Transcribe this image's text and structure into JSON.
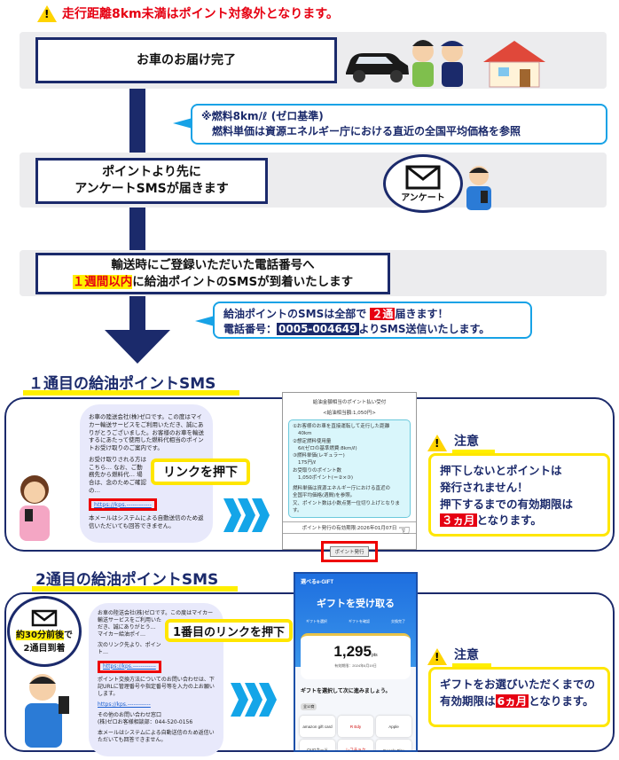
{
  "header": {
    "warning": "走行距離8km未満はポイント対象外となります。"
  },
  "steps": {
    "delivery": "お車のお届け完了",
    "survey_line1": "ポイントより先に",
    "survey_line2": "アンケートSMSが届きます",
    "survey_icon_label": "アンケート",
    "sms_line1": "輸送時にご登録いただいた電話番号へ",
    "sms_line2_highlight": "１週間以内",
    "sms_line2_rest": "に給油ポイントのSMSが到着いたします"
  },
  "callouts": {
    "fuel_line1": "※燃料8km/ℓ (ゼロ基準)",
    "fuel_line2": "燃料単価は資源エネルギー庁における直近の全国平均価格を参照",
    "count_pre": "給油ポイントのSMSは全部で",
    "count_hl": "２通",
    "count_post": "届きます！",
    "phone_pre": "電話番号：",
    "phone_number": "0005-004649",
    "phone_post": "よりSMS送信いたします。"
  },
  "section1": {
    "title": "１通目の給油ポイントSMS",
    "sms": {
      "p1": "お車の陸送会社(株)ゼロです。この度はマイカー輸送サービスをご利用いただき、誠にありがとうございました。お客様のお車を輸送するにあたって使用した燃料代相当のポイントお受け取りのご案内です。",
      "p2": "お受け取りされる方はこちら… なお、ご勤務先から燃料代… 場合は、念のためご確認の…",
      "link": "https://kps.------------",
      "p3": "本メールはシステムによる自動送信のため返信いただいても回答できません。"
    },
    "action": "リンクを押下",
    "screen": {
      "title": "給油金額相当のポイント払い受付",
      "subtitle": "<給油相当額:1,050円>",
      "lines": [
        "①お客様のお車を直接運転して走行した距離",
        "40km",
        "②想定燃料使用量",
        "6ℓ(ゼロの基準燃費:8km/ℓ)",
        "③燃料単価(レギュラー)",
        "175円/ℓ",
        "お受取りのポイント数",
        "1,050ポイント(＝②×③)",
        "燃料単価は資源エネルギー庁における直近の",
        "全国平均価格(週間)を参照。",
        "又、ポイント数は小数点第一位切り上げとなります。"
      ],
      "expiry": "ポイント発行の有効期限:2026年01月07日",
      "button": "ポイント発行"
    },
    "note_label": "注意",
    "note_line1": "押下しないとポイントは",
    "note_line2": "発行されません！",
    "note_line3": "押下するまでの有効期限は",
    "note_hl": "３ヵ月",
    "note_post": "となります。"
  },
  "section2": {
    "title": "2通目の給油ポイントSMS",
    "timing_hl": "約30分前後",
    "timing_post": "で",
    "timing_line2": "2通目到着",
    "sms": {
      "p1": "お車の陸送会社(株)ゼロです。この度はマイカー輸送サービスをご利用いただき、誠にありがとう… マイカー給油ポイ…",
      "p2": "次のリンク先より、ポイント…",
      "link1": "https://kps.------------",
      "p3": "ポイント交換方法についてのお問い合わせは、下記URLに管理番号や指定番号等を入力の上お願いします。",
      "link2": "https://kps.------------",
      "p4a": "その他のお問い合わせ窓口",
      "p4b": "(株)ゼロお客様相談部：044-520-0156",
      "p5": "本メールはシステムによる自動送信のため返信いただいても回答できません。"
    },
    "action": "1番目のリンクを押下",
    "phone": {
      "app": "選べるe-GIFT",
      "title": "ギフトを受け取る",
      "steps": [
        "ギフトを選択",
        "ギフトを確認",
        "交換完了"
      ],
      "amount": "1,295",
      "unit": "pts",
      "expiry": "有効期限：2024年6月19日",
      "prompt": "ギフトを選択して次に進みましょう。",
      "count": "全12商",
      "gifts": [
        "amazon gift card",
        "R Edy",
        "Apple",
        "QUOカード",
        "レコチョク",
        "Google Play"
      ]
    },
    "note_label": "注意",
    "note_line1": "ギフトをお選びいただくまでの",
    "note_pre": "有効期限は",
    "note_hl": "6ヵ月",
    "note_post": "となります。"
  },
  "colors": {
    "navy": "#1b2a6b",
    "red": "#e60012",
    "cyan": "#17a2e6",
    "yellow": "#ffe600"
  }
}
